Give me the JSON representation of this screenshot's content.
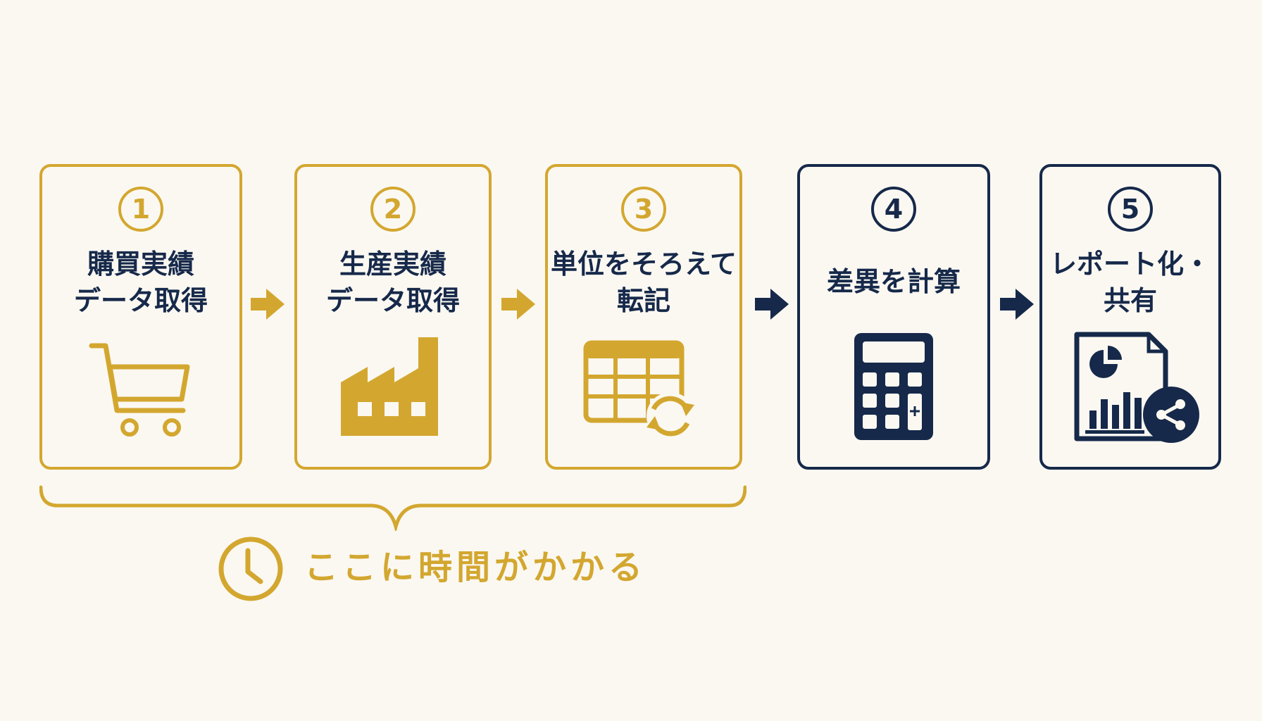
{
  "steps": [
    {
      "number": "1",
      "label": "購買実績\nデータ取得",
      "icon": "shopping-cart-icon",
      "color": "#d3a72f"
    },
    {
      "number": "2",
      "label": "生産実績\nデータ取得",
      "icon": "factory-icon",
      "color": "#d3a72f"
    },
    {
      "number": "3",
      "label": "単位をそろえて\n転記",
      "icon": "table-refresh-icon",
      "color": "#d3a72f"
    },
    {
      "number": "4",
      "label": "差異を計算",
      "icon": "calculator-icon",
      "color": "#16294a"
    },
    {
      "number": "5",
      "label": "レポート化・\n共有",
      "icon": "report-share-icon",
      "color": "#16294a"
    }
  ],
  "bottleneck": {
    "text": "ここに時間がかかる",
    "icon": "clock-icon"
  },
  "colors": {
    "gold": "#d3a72f",
    "navy": "#16294a",
    "background": "#fbf8f2"
  }
}
